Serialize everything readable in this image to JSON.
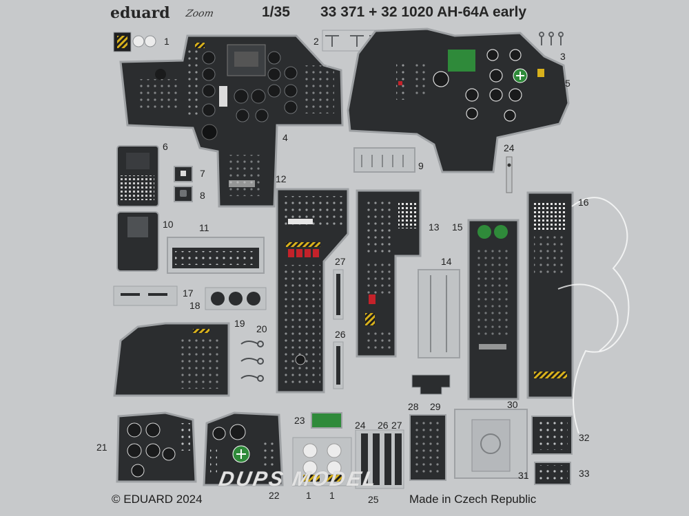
{
  "header": {
    "brand": "eduard",
    "zoom_mark": "Zoom",
    "scale": "1/35",
    "title": "33 371 + 32 1020 AH-64A early"
  },
  "part_numbers": {
    "p1": "1",
    "p2": "2",
    "p3": "3",
    "p4": "4",
    "p5": "5",
    "p6": "6",
    "p7": "7",
    "p8": "8",
    "p9": "9",
    "p10": "10",
    "p11": "11",
    "p12": "12",
    "p13": "13",
    "p14": "14",
    "p15": "15",
    "p16": "16",
    "p17": "17",
    "p18": "18",
    "p19": "19",
    "p20": "20",
    "p21": "21",
    "p22": "22",
    "p23": "23",
    "p24": "24",
    "p24b": "24",
    "p25": "25",
    "p26": "26",
    "p26b": "26",
    "p27": "27",
    "p27b": "27",
    "p28": "28",
    "p29": "29",
    "p30": "30",
    "p31": "31",
    "p32": "32",
    "p33": "33",
    "p1b": "1",
    "p1c": "1"
  },
  "footer": {
    "copyright": "© EDUARD 2024",
    "origin": "Made in Czech Republic"
  },
  "watermark": "DUPS MODEL",
  "colors": {
    "fret": "#c7c9cb",
    "panel": "#2b2d2f",
    "outline": "#9ea1a4",
    "green_screen": "#2f8a3a",
    "warning_red": "#c4222a",
    "hazard_yellow": "#d8b11c"
  }
}
